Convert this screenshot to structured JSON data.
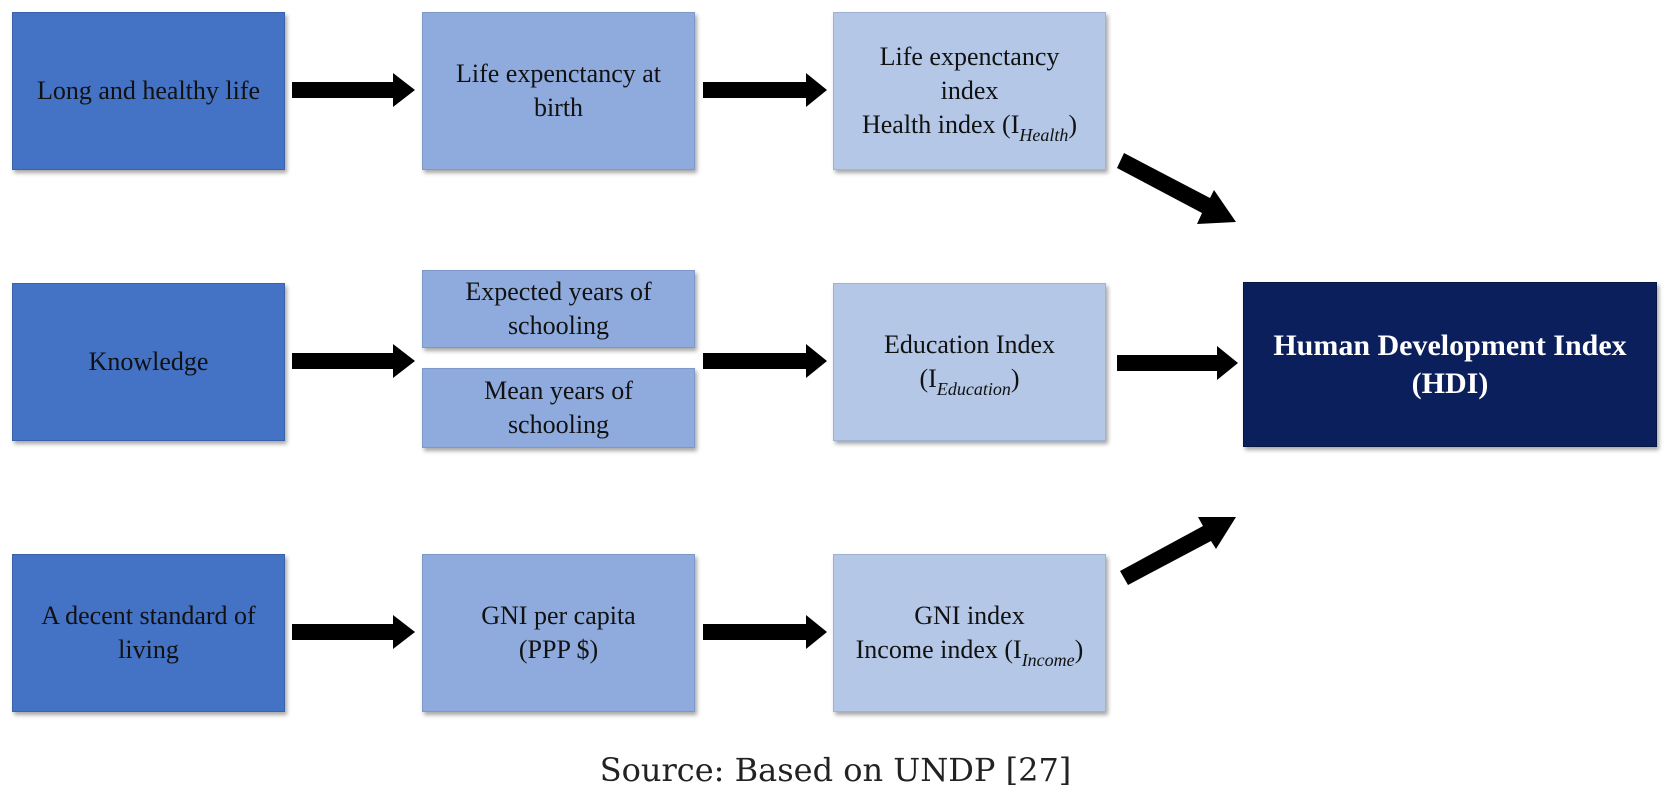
{
  "rows": {
    "health": {
      "dimension": "Long and healthy life",
      "indicator_line1": "Life expenctancy at",
      "indicator_line2": "birth",
      "index_line1": "Life expenctancy",
      "index_line2": "index",
      "index_line3_prefix": "Health index (I",
      "index_line3_sub": "Health",
      "index_line3_suffix": ")"
    },
    "education": {
      "dimension": "Knowledge",
      "indicator_a_line1": "Expected years of",
      "indicator_a_line2": "schooling",
      "indicator_b_line1": "Mean years of",
      "indicator_b_line2": "schooling",
      "index_line1": "Education Index",
      "index_line2_prefix": "(I",
      "index_line2_sub": "Education",
      "index_line2_suffix": ")"
    },
    "income": {
      "dimension_line1": "A decent standard of",
      "dimension_line2": "living",
      "indicator_line1": "GNI per capita",
      "indicator_line2": "(PPP $)",
      "index_line1": "GNI index",
      "index_line2_prefix": "Income index (I",
      "index_line2_sub": "Income",
      "index_line2_suffix": ")"
    }
  },
  "hdi": {
    "line1": "Human Development Index",
    "line2": "(HDI)"
  },
  "source": "Source: Based on UNDP [27]",
  "colors": {
    "dimension_box": "#4472c4",
    "indicator_box": "#8faadc",
    "index_box": "#b4c7e7",
    "hdi_box": "#0a1f5c",
    "arrow": "#000000"
  }
}
